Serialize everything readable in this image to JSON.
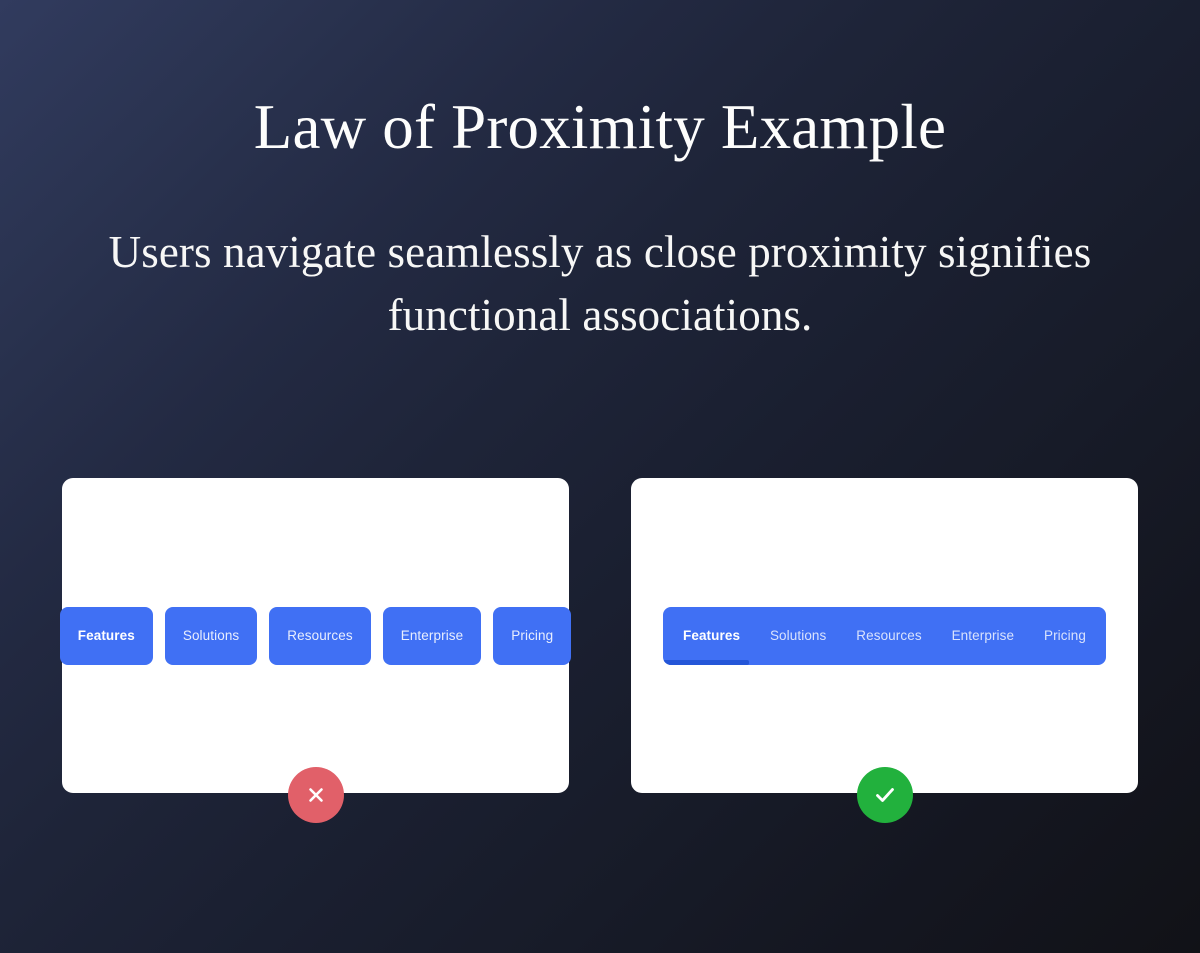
{
  "header": {
    "title": "Law of Proximity Example",
    "subtitle": "Users navigate seamlessly as close proximity signifies functional associations."
  },
  "colors": {
    "accent_blue": "#4070f4",
    "active_underline": "#2456d8",
    "bad_badge": "#e16069",
    "good_badge": "#22b13d",
    "card_surface": "#ffffff",
    "bg_gradient_start": "#313b5e",
    "bg_gradient_end": "#111217"
  },
  "cards": {
    "bad": {
      "verdict": "incorrect",
      "badge_icon": "close-icon",
      "nav_items": [
        {
          "label": "Features",
          "active": true
        },
        {
          "label": "Solutions",
          "active": false
        },
        {
          "label": "Resources",
          "active": false
        },
        {
          "label": "Enterprise",
          "active": false
        },
        {
          "label": "Pricing",
          "active": false
        }
      ]
    },
    "good": {
      "verdict": "correct",
      "badge_icon": "check-icon",
      "nav_items": [
        {
          "label": "Features",
          "active": true
        },
        {
          "label": "Solutions",
          "active": false
        },
        {
          "label": "Resources",
          "active": false
        },
        {
          "label": "Enterprise",
          "active": false
        },
        {
          "label": "Pricing",
          "active": false
        }
      ]
    }
  }
}
